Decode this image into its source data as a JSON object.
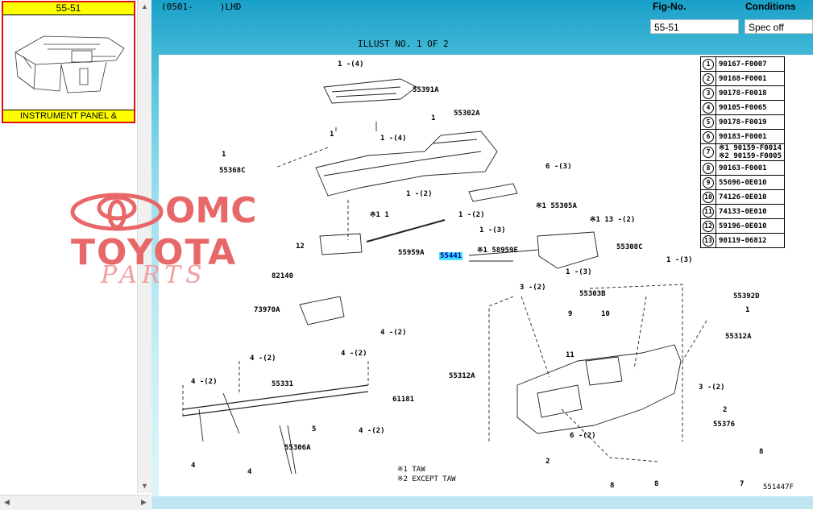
{
  "thumbnail": {
    "fig_no": "55-51",
    "caption": "INSTRUMENT PANEL &"
  },
  "header": {
    "code": "(0501-     )LHD",
    "illust": "ILLUST NO. 1 OF 2",
    "fig_no_label": "Fig-No.",
    "fig_no_value": "55-51",
    "conditions_label": "Conditions",
    "conditions_value": "Spec off"
  },
  "parts_table": [
    {
      "num": "1",
      "part": "90167-F0007"
    },
    {
      "num": "2",
      "part": "90168-F0001"
    },
    {
      "num": "3",
      "part": "90178-F0018"
    },
    {
      "num": "4",
      "part": "90105-F0065"
    },
    {
      "num": "5",
      "part": "90178-F0019"
    },
    {
      "num": "6",
      "part": "90183-F0001"
    },
    {
      "num": "7",
      "part": "※1 90159-F0014",
      "part2": "※2 90159-F0005"
    },
    {
      "num": "8",
      "part": "90163-F0001"
    },
    {
      "num": "9",
      "part": "55696-0E010"
    },
    {
      "num": "10",
      "part": "74126-0E010"
    },
    {
      "num": "11",
      "part": "74133-0E010"
    },
    {
      "num": "12",
      "part": "59196-0E010"
    },
    {
      "num": "13",
      "part": "90119-06812"
    }
  ],
  "labels": {
    "l1": "1 -(4)",
    "l2": "55391A",
    "l3": "1",
    "l4": "1",
    "l5": "1 -(4)",
    "l6": "55302A",
    "l7": "1",
    "l8": "55368C",
    "l9": "6 -(3)",
    "l10": "1 -(2)",
    "l11": "※1 1",
    "l12": "※1 55305A",
    "l13": "1 -(2)",
    "l14": "※1 13 -(2)",
    "l15": "12",
    "l16": "55959A",
    "l17": "1 -(3)",
    "l18": "55308C",
    "l19": "55441",
    "l20": "※1 58959E",
    "l21": "1 -(3)",
    "l22": "1 -(3)",
    "l23": "82140",
    "l24": "73970A",
    "l25": "3 -(2)",
    "l26": "55303B",
    "l27": "55392D",
    "l28": "9",
    "l29": "10",
    "l30": "1",
    "l31": "4 -(2)",
    "l32": "4 -(2)",
    "l33": "4 -(2)",
    "l34": "55312A",
    "l35": "11",
    "l36": "4 -(2)",
    "l37": "55331",
    "l38": "55312A",
    "l39": "61181",
    "l40": "3 -(2)",
    "l41": "2",
    "l42": "4 -(2)",
    "l43": "5",
    "l44": "55306A",
    "l45": "55376",
    "l46": "6 -(2)",
    "l47": "4",
    "l48": "4",
    "l49": "2",
    "l50": "8",
    "l51": "7",
    "l52": "8",
    "l53": "8"
  },
  "notes": {
    "n1": "※1 TAW",
    "n2": "※2 EXCEPT TAW",
    "ref": "551447F"
  },
  "watermark": {
    "omc": "OMC",
    "toyota": "TOYOTA",
    "parts": "PARTS"
  }
}
